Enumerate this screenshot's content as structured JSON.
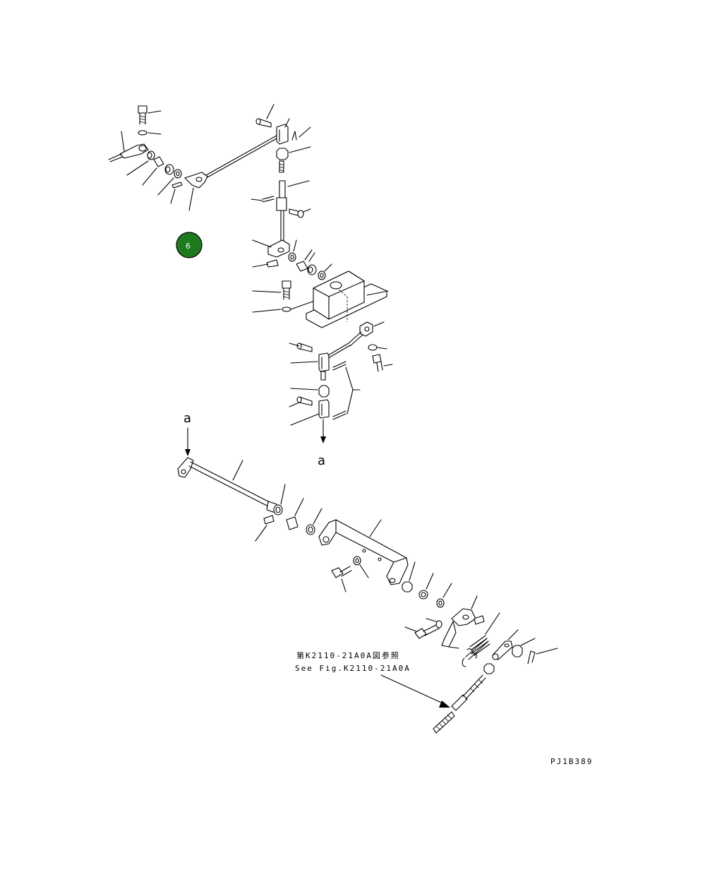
{
  "diagram": {
    "drawing_code": "PJ1B389",
    "reference_note_jp": "第K2110-21A0A図参照",
    "reference_note_en": "See Fig.K2110-21A0A",
    "connector_label_top": "a",
    "connector_label_bottom": "a",
    "badge": {
      "label": "6",
      "color": "#1e7a1e"
    }
  }
}
